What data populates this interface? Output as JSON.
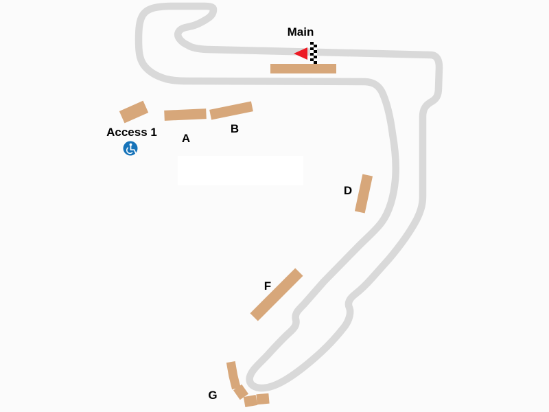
{
  "map": {
    "type": "race-circuit-seating-map",
    "labels": {
      "main": "Main",
      "access1": "Access 1",
      "standA": "A",
      "standB": "B",
      "standD": "D",
      "standF": "F",
      "standG": "G"
    },
    "icons": {
      "direction_arrow": "race-direction-arrow-pointing-left",
      "start_finish": "checkered-flag-strip",
      "accessibility": "wheelchair-accessibility-icon"
    },
    "colors": {
      "track": "#d9d9d9",
      "grandstand": "#d7a77a",
      "arrow_red": "#ed1b24",
      "accessibility_blue": "#1673b9",
      "background": "#fbfbfb",
      "label_text": "#000000",
      "flag_dark": "#000000",
      "flag_light": "#ffffff",
      "white_patch": "#ffffff"
    }
  }
}
